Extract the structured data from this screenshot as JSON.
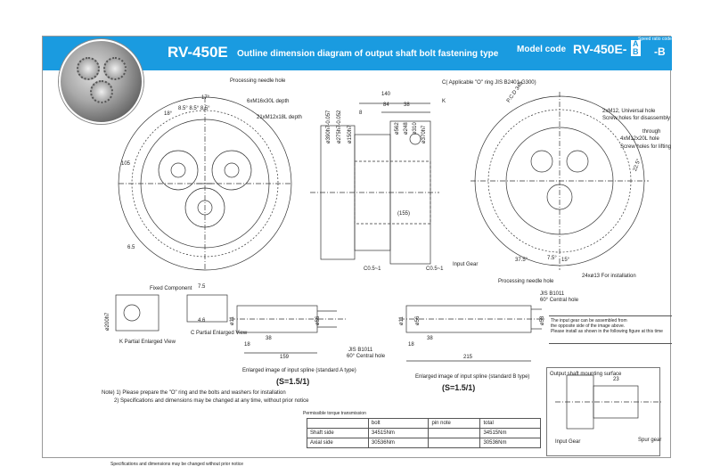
{
  "header": {
    "model": "RV-450E",
    "description": "Outline dimension diagram of output shaft bolt fastening type",
    "code_label": "Model code",
    "code": "RV-450E-",
    "speed_ratio_label": "Speed ratio code",
    "ratio_a": "A",
    "ratio_b": "B",
    "ratio_suffix": "-B"
  },
  "front_view": {
    "needle_hole": "Processing needle hole",
    "bolt1": "6xM16x30L depth",
    "bolt2": "21xM12x18L depth",
    "angle1": "17°",
    "angles": "8.5° 8.5° 8.5°",
    "angle2": "18°",
    "dim_105": "105",
    "dim_65": "6.5"
  },
  "section_view": {
    "dim_140": "140",
    "dim_84": "84",
    "dim_38": "38",
    "dim_8": "8",
    "o_ring": "C( Applicable \"O\" ring  JIS B2401-G300)",
    "k_label": "K",
    "diameters": [
      "ø390h7-0.057",
      "ø275h7-0.052",
      "ø150h7",
      "ø562",
      "ø248",
      "ø310",
      "ø370h7"
    ],
    "dim_155": "(155)",
    "c05": "C0.5~1",
    "c05b": "C0.5~1",
    "input_gear": "Input Gear"
  },
  "rear_view": {
    "pcd": "P.C.D 348",
    "universal_hole": "2xM12, Universal hole",
    "screw_disassembly": "Screw holes for disassembly",
    "through": "through",
    "lifting_bolt": "4xM12x20L  hole",
    "screw_lifting": "Screw holes for lifting",
    "angle_22": "22.5°",
    "angle_375": "37.5°",
    "angle_75": "7.5°",
    "angle_15": "15°",
    "install": "24xø13  For installation",
    "needle": "Processing needle hole"
  },
  "k_detail": {
    "fixed": "Fixed Component",
    "title": "K  Partial Enlarged View",
    "d_200": "ø200h7",
    "d_75": "7.5",
    "d_4": "4.6",
    "c_title": "C    Partial Enlarged View"
  },
  "spline_a": {
    "d_11": "ø11",
    "d_56": "ø56",
    "d_38": "38",
    "d_18": "18",
    "d_159": "159",
    "jis": "JIS B1011",
    "central": "60° Central hole",
    "caption": "Enlarged image of input spline (standard A type)",
    "ratio": "(S=1.5/1)"
  },
  "spline_b": {
    "jis": "JIS B1011",
    "central": "60° Central hole",
    "d_11": "ø11",
    "d_56": "ø56",
    "d_58": "ø58",
    "d_38": "38",
    "d_18": "18",
    "d_215": "215",
    "caption": "Enlarged image of input spline (standard B type)",
    "ratio": "(S=1.5/1)"
  },
  "notes": {
    "n1": "Note) 1) Please prepare the \"O\" ring and the bolts and washers for installation",
    "n2": "2) Specifications and dimensions may be changed at any time, without prior notice"
  },
  "input_note": {
    "line1": "The input gear can be assembled from",
    "line2": "the opposite side of the image above.",
    "line3": "Please install as shown in the following figure at this time"
  },
  "detail": {
    "title": "Output shaft mounting surface",
    "dim_23": "23",
    "input_gear": "Input Gear",
    "spur_gear": "Spur gear"
  },
  "torque": {
    "title": "Permissible torque transmission",
    "headers": [
      "",
      "bolt",
      "pin note",
      "total"
    ],
    "rows": [
      [
        "Shaft side",
        "34515Nm",
        "",
        "34515Nm"
      ],
      [
        "Axial side",
        "30536Nm",
        "",
        "30536Nm"
      ]
    ]
  },
  "footer": "Specifications and dimensions may be changed without prior notice"
}
